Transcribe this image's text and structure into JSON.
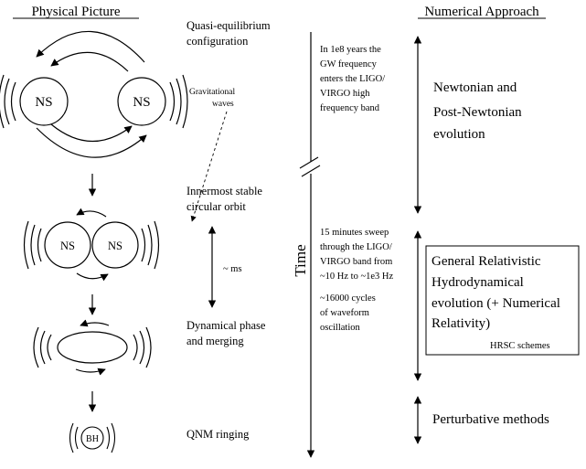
{
  "headers": {
    "left": "Physical Picture",
    "right": "Numerical Approach"
  },
  "stages": {
    "quasi_equilibrium": [
      "Quasi-equilibrium",
      "configuration"
    ],
    "isco": [
      "Innermost stable",
      "circular orbit"
    ],
    "dynamical": [
      "Dynamical phase",
      "and merging"
    ],
    "qnm": "QNM ringing"
  },
  "bodies": {
    "ns": "NS",
    "bh": "BH"
  },
  "gw_label": [
    "Gravitational",
    "waves"
  ],
  "ms_label": "~ ms",
  "time_label": "Time",
  "notes": {
    "early": [
      "In 1e8 years the",
      "GW frequency",
      "enters the LIGO/",
      "VIRGO high",
      "frequency band"
    ],
    "sweep": [
      "15 minutes sweep",
      "through the LIGO/",
      "VIRGO band from",
      "~10 Hz to ~1e3 Hz"
    ],
    "cycles": [
      "~16000 cycles",
      "of waveform",
      "oscillation"
    ]
  },
  "methods": {
    "newtonian": [
      "Newtonian and",
      "Post-Newtonian",
      "evolution"
    ],
    "gr": [
      "General Relativistic",
      "Hydrodynamical",
      "evolution (+ Numerical",
      "Relativity)"
    ],
    "hrsc": "HRSC schemes",
    "perturbative": "Perturbative methods"
  }
}
